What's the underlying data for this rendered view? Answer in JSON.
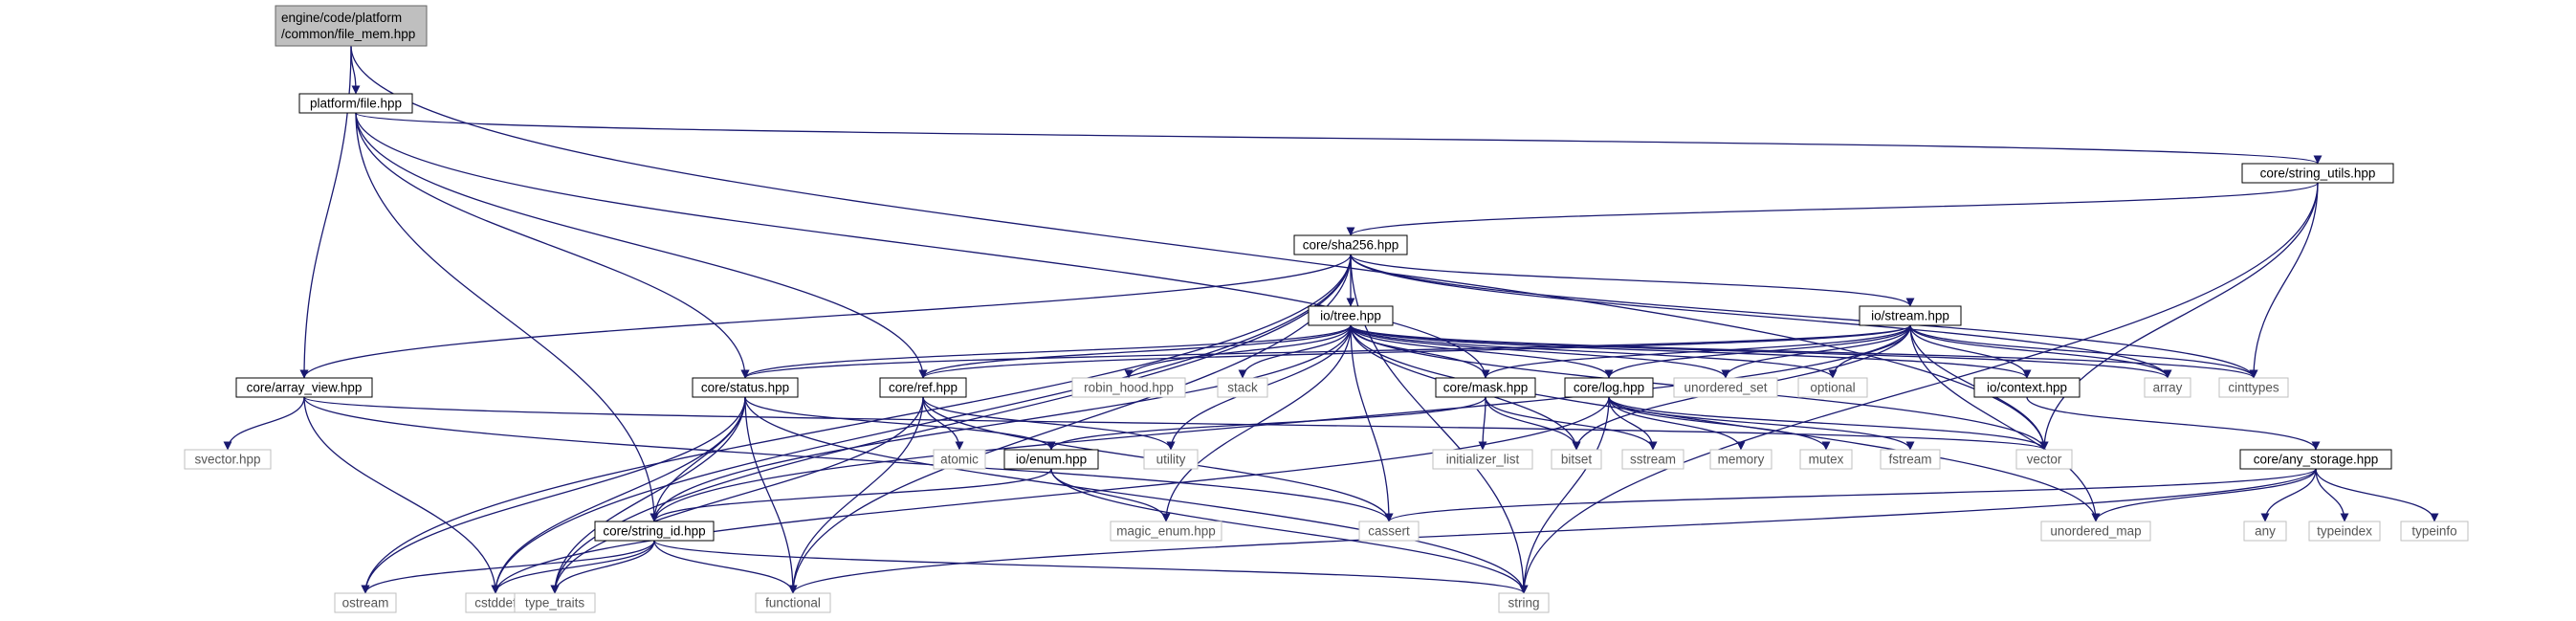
{
  "colors": {
    "edge": "#191970",
    "internal_border": "#000000",
    "internal_fill": "#ffffff",
    "external_border": "#bfbfbf",
    "external_fill": "#ffffff",
    "root_fill": "#bfbfbf",
    "root_border": "#666666"
  },
  "nodes": [
    {
      "id": "file_mem",
      "lines": [
        "engine/code/platform",
        "/common/file_mem.hpp"
      ],
      "kind": "root"
    },
    {
      "id": "platform_file",
      "lines": [
        "platform/file.hpp"
      ],
      "kind": "internal"
    },
    {
      "id": "string_utils",
      "lines": [
        "core/string_utils.hpp"
      ],
      "kind": "internal"
    },
    {
      "id": "sha256",
      "lines": [
        "core/sha256.hpp"
      ],
      "kind": "internal"
    },
    {
      "id": "io_tree",
      "lines": [
        "io/tree.hpp"
      ],
      "kind": "internal"
    },
    {
      "id": "io_stream",
      "lines": [
        "io/stream.hpp"
      ],
      "kind": "internal"
    },
    {
      "id": "array_view",
      "lines": [
        "core/array_view.hpp"
      ],
      "kind": "internal"
    },
    {
      "id": "status",
      "lines": [
        "core/status.hpp"
      ],
      "kind": "internal"
    },
    {
      "id": "ref",
      "lines": [
        "core/ref.hpp"
      ],
      "kind": "internal"
    },
    {
      "id": "robin_hood",
      "lines": [
        "robin_hood.hpp"
      ],
      "kind": "external"
    },
    {
      "id": "stack",
      "lines": [
        "stack"
      ],
      "kind": "external"
    },
    {
      "id": "mask",
      "lines": [
        "core/mask.hpp"
      ],
      "kind": "internal"
    },
    {
      "id": "log",
      "lines": [
        "core/log.hpp"
      ],
      "kind": "internal"
    },
    {
      "id": "unordered_set",
      "lines": [
        "unordered_set"
      ],
      "kind": "external"
    },
    {
      "id": "optional",
      "lines": [
        "optional"
      ],
      "kind": "external"
    },
    {
      "id": "io_context",
      "lines": [
        "io/context.hpp"
      ],
      "kind": "internal"
    },
    {
      "id": "array",
      "lines": [
        "array"
      ],
      "kind": "external"
    },
    {
      "id": "cinttypes",
      "lines": [
        "cinttypes"
      ],
      "kind": "external"
    },
    {
      "id": "svector",
      "lines": [
        "svector.hpp"
      ],
      "kind": "external"
    },
    {
      "id": "atomic",
      "lines": [
        "atomic"
      ],
      "kind": "external"
    },
    {
      "id": "io_enum",
      "lines": [
        "io/enum.hpp"
      ],
      "kind": "internal"
    },
    {
      "id": "utility",
      "lines": [
        "utility"
      ],
      "kind": "external"
    },
    {
      "id": "initializer_list",
      "lines": [
        "initializer_list"
      ],
      "kind": "external"
    },
    {
      "id": "bitset",
      "lines": [
        "bitset"
      ],
      "kind": "external"
    },
    {
      "id": "sstream",
      "lines": [
        "sstream"
      ],
      "kind": "external"
    },
    {
      "id": "memory",
      "lines": [
        "memory"
      ],
      "kind": "external"
    },
    {
      "id": "mutex",
      "lines": [
        "mutex"
      ],
      "kind": "external"
    },
    {
      "id": "fstream",
      "lines": [
        "fstream"
      ],
      "kind": "external"
    },
    {
      "id": "vector",
      "lines": [
        "vector"
      ],
      "kind": "external"
    },
    {
      "id": "any_storage",
      "lines": [
        "core/any_storage.hpp"
      ],
      "kind": "internal"
    },
    {
      "id": "string_id",
      "lines": [
        "core/string_id.hpp"
      ],
      "kind": "internal"
    },
    {
      "id": "magic_enum",
      "lines": [
        "magic_enum.hpp"
      ],
      "kind": "external"
    },
    {
      "id": "cassert",
      "lines": [
        "cassert"
      ],
      "kind": "external"
    },
    {
      "id": "unordered_map",
      "lines": [
        "unordered_map"
      ],
      "kind": "external"
    },
    {
      "id": "any",
      "lines": [
        "any"
      ],
      "kind": "external"
    },
    {
      "id": "typeindex",
      "lines": [
        "typeindex"
      ],
      "kind": "external"
    },
    {
      "id": "typeinfo",
      "lines": [
        "typeinfo"
      ],
      "kind": "external"
    },
    {
      "id": "ostream",
      "lines": [
        "ostream"
      ],
      "kind": "external"
    },
    {
      "id": "cstddef",
      "lines": [
        "cstddef"
      ],
      "kind": "external"
    },
    {
      "id": "type_traits",
      "lines": [
        "type_traits"
      ],
      "kind": "external"
    },
    {
      "id": "functional",
      "lines": [
        "functional"
      ],
      "kind": "external"
    },
    {
      "id": "string",
      "lines": [
        "string"
      ],
      "kind": "external"
    }
  ],
  "edges": [
    [
      "file_mem",
      "platform_file"
    ],
    [
      "file_mem",
      "array_view"
    ],
    [
      "file_mem",
      "vector"
    ],
    [
      "platform_file",
      "string_utils"
    ],
    [
      "platform_file",
      "status"
    ],
    [
      "platform_file",
      "ref"
    ],
    [
      "platform_file",
      "mask"
    ],
    [
      "platform_file",
      "string_id"
    ],
    [
      "string_utils",
      "sha256"
    ],
    [
      "string_utils",
      "cinttypes"
    ],
    [
      "string_utils",
      "vector"
    ],
    [
      "string_utils",
      "string"
    ],
    [
      "sha256",
      "io_tree"
    ],
    [
      "sha256",
      "io_stream"
    ],
    [
      "sha256",
      "array_view"
    ],
    [
      "sha256",
      "array"
    ],
    [
      "sha256",
      "cinttypes"
    ],
    [
      "sha256",
      "ostream"
    ],
    [
      "sha256",
      "cstddef"
    ],
    [
      "sha256",
      "type_traits"
    ],
    [
      "sha256",
      "functional"
    ],
    [
      "sha256",
      "string"
    ],
    [
      "io_tree",
      "status"
    ],
    [
      "io_tree",
      "ref"
    ],
    [
      "io_tree",
      "robin_hood"
    ],
    [
      "io_tree",
      "stack"
    ],
    [
      "io_tree",
      "mask"
    ],
    [
      "io_tree",
      "log"
    ],
    [
      "io_tree",
      "unordered_set"
    ],
    [
      "io_tree",
      "optional"
    ],
    [
      "io_tree",
      "io_context"
    ],
    [
      "io_tree",
      "array"
    ],
    [
      "io_tree",
      "cinttypes"
    ],
    [
      "io_tree",
      "utility"
    ],
    [
      "io_tree",
      "bitset"
    ],
    [
      "io_tree",
      "vector"
    ],
    [
      "io_tree",
      "string_id"
    ],
    [
      "io_tree",
      "magic_enum"
    ],
    [
      "io_tree",
      "cassert"
    ],
    [
      "io_tree",
      "unordered_map"
    ],
    [
      "io_stream",
      "status"
    ],
    [
      "io_stream",
      "ref"
    ],
    [
      "io_stream",
      "mask"
    ],
    [
      "io_stream",
      "log"
    ],
    [
      "io_stream",
      "unordered_set"
    ],
    [
      "io_stream",
      "optional"
    ],
    [
      "io_stream",
      "io_context"
    ],
    [
      "io_stream",
      "array"
    ],
    [
      "io_stream",
      "cinttypes"
    ],
    [
      "io_stream",
      "bitset"
    ],
    [
      "io_stream",
      "vector"
    ],
    [
      "io_stream",
      "string_id"
    ],
    [
      "io_stream",
      "unordered_map"
    ],
    [
      "array_view",
      "svector"
    ],
    [
      "array_view",
      "cstddef"
    ],
    [
      "array_view",
      "cassert"
    ],
    [
      "array_view",
      "vector"
    ],
    [
      "status",
      "io_enum"
    ],
    [
      "status",
      "string_id"
    ],
    [
      "status",
      "ostream"
    ],
    [
      "status",
      "cstddef"
    ],
    [
      "status",
      "type_traits"
    ],
    [
      "status",
      "functional"
    ],
    [
      "status",
      "string"
    ],
    [
      "ref",
      "atomic"
    ],
    [
      "ref",
      "utility"
    ],
    [
      "ref",
      "cassert"
    ],
    [
      "ref",
      "type_traits"
    ],
    [
      "ref",
      "functional"
    ],
    [
      "mask",
      "io_enum"
    ],
    [
      "mask",
      "initializer_list"
    ],
    [
      "mask",
      "bitset"
    ],
    [
      "mask",
      "sstream"
    ],
    [
      "log",
      "sstream"
    ],
    [
      "log",
      "memory"
    ],
    [
      "log",
      "mutex"
    ],
    [
      "log",
      "fstream"
    ],
    [
      "log",
      "vector"
    ],
    [
      "log",
      "cstddef"
    ],
    [
      "log",
      "string"
    ],
    [
      "io_context",
      "any_storage"
    ],
    [
      "io_enum",
      "string_id"
    ],
    [
      "io_enum",
      "magic_enum"
    ],
    [
      "io_enum",
      "string"
    ],
    [
      "any_storage",
      "cassert"
    ],
    [
      "any_storage",
      "unordered_map"
    ],
    [
      "any_storage",
      "any"
    ],
    [
      "any_storage",
      "typeindex"
    ],
    [
      "any_storage",
      "typeinfo"
    ],
    [
      "any_storage",
      "functional"
    ],
    [
      "string_id",
      "ostream"
    ],
    [
      "string_id",
      "cstddef"
    ],
    [
      "string_id",
      "type_traits"
    ],
    [
      "string_id",
      "functional"
    ],
    [
      "string_id",
      "string"
    ]
  ]
}
